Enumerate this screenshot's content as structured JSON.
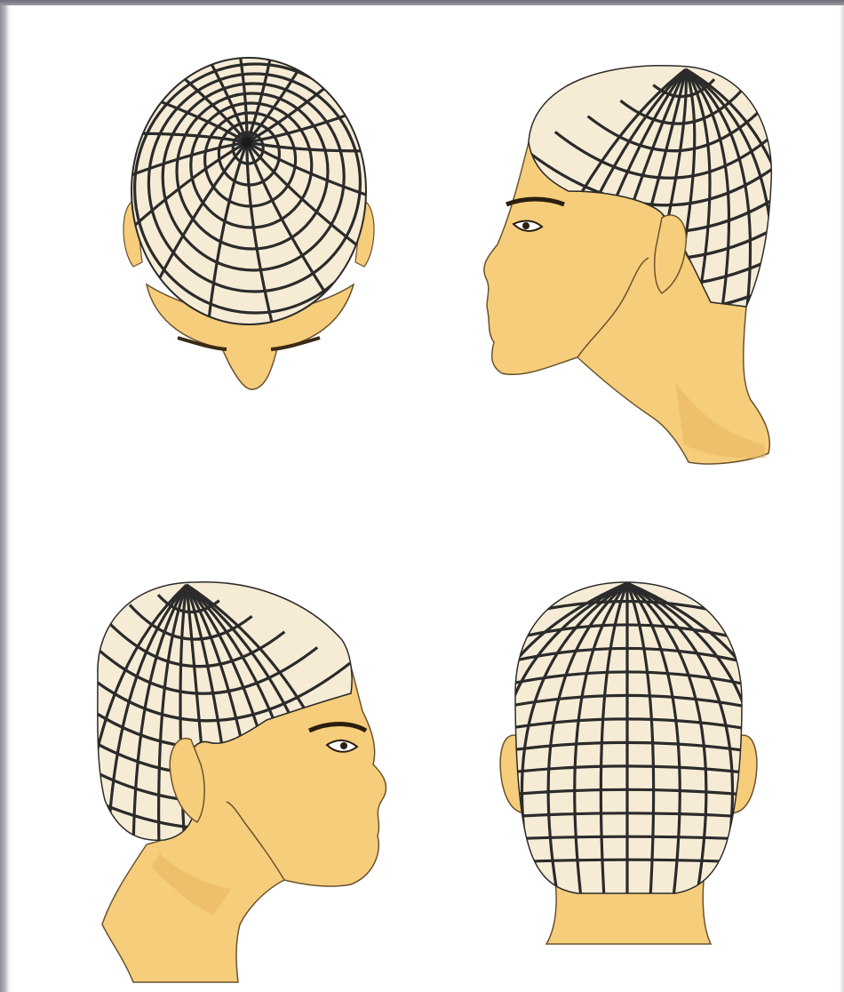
{
  "figure": {
    "panels": [
      {
        "view": "top"
      },
      {
        "view": "left-profile"
      },
      {
        "view": "right-profile"
      },
      {
        "view": "back"
      }
    ]
  },
  "colors": {
    "skin": "#f6cd7a",
    "skin_shadow": "#e9b860",
    "scalp": "#f6ecd6",
    "grid": "#2b2b2b",
    "outline": "#6b5230",
    "background": "#ffffff"
  }
}
